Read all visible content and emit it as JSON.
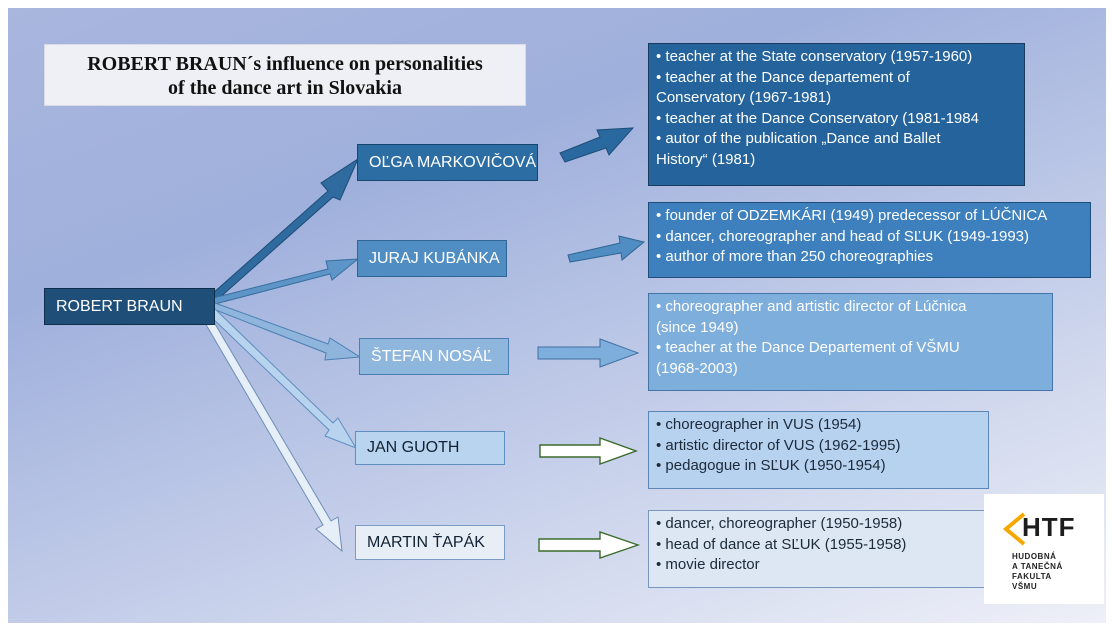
{
  "title": {
    "line1": "ROBERT BRAUN´s influence on personalities",
    "line2": "of the dance art in Slovakia"
  },
  "root": "ROBERT BRAUN",
  "persons": [
    {
      "name": "OĽGA MARKOVIČOVÁ",
      "info": [
        "• teacher at the State conservatory (1957-1960)",
        "• teacher at the Dance departement of",
        "Conservatory (1967-1981)",
        "• teacher at the Dance Conservatory (1981-1984",
        "• autor of the publication „Dance and Ballet",
        "History“ (1981)"
      ]
    },
    {
      "name": "JURAJ KUBÁNKA",
      "info": [
        "• founder of ODZEMKÁRI (1949) predecessor of LÚČNICA",
        "• dancer, choreographer and head of SĽUK (1949-1993)",
        "• author of more than 250 choreographies"
      ]
    },
    {
      "name": "ŠTEFAN NOSÁĽ",
      "info": [
        "• choreographer and artistic director of Lúčnica",
        "(since 1949)",
        "• teacher at the Dance Departement of VŠMU",
        "(1968-2003)"
      ]
    },
    {
      "name": "JAN GUOTH",
      "info": [
        "• choreographer in VUS (1954)",
        "• artistic director of VUS (1962-1995)",
        "• pedagogue in SĽUK (1950-1954)"
      ]
    },
    {
      "name": "MARTIN ŤAPÁK",
      "info": [
        "• dancer, choreographer (1950-1958)",
        "• head of dance at SĽUK (1955-1958)",
        "• movie director"
      ]
    }
  ],
  "logo": {
    "abbr": "HTF",
    "lines": [
      "HUDOBNÁ",
      "A TANEČNÁ",
      "FAKULTA",
      "VŠMU"
    ]
  },
  "colors": {
    "root": "#1f4e79",
    "accent": "#f5a800"
  }
}
